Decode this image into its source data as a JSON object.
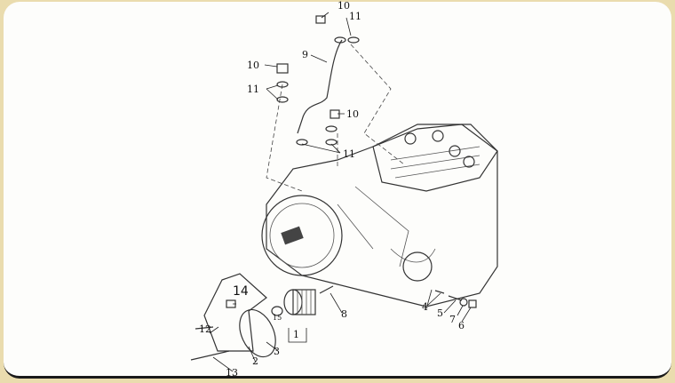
{
  "diagram": {
    "title": "Engine oil filter and oil line exploded view",
    "callouts": [
      "10",
      "11",
      "9",
      "10",
      "11",
      "10",
      "11",
      "14",
      "15",
      "1",
      "8",
      "4",
      "5",
      "7",
      "6",
      "12",
      "2",
      "3",
      "13"
    ]
  }
}
